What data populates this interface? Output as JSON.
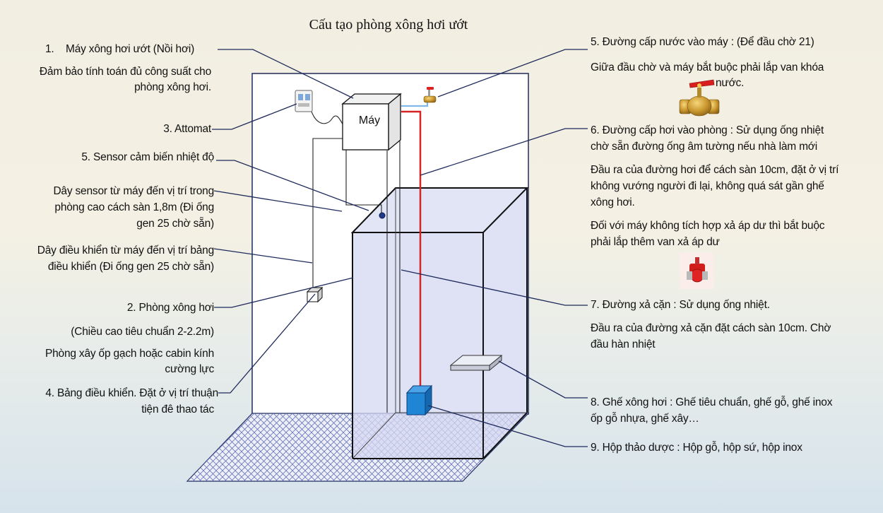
{
  "title": "Cấu tạo phòng xông hơi ướt",
  "machine_label": "Máy",
  "left": {
    "l1_number": "1.",
    "l1_title": "Máy xông hơi ướt (Nồi hơi)",
    "l1_desc_1": "Đảm bảo tính toán đủ công suất cho",
    "l1_desc_2": "phòng xông hơi.",
    "l3": "3. Attomat",
    "l5": "5. Sensor cảm biến nhiệt độ",
    "sensor_wire_1": "Dây sensor từ máy đến vị trí trong",
    "sensor_wire_2": "phòng cao cách sàn 1,8m (Đi ống",
    "sensor_wire_3": "gen 25 chờ sẵn)",
    "control_wire_1": "Dây điều khiển từ máy đến vị trí bảng",
    "control_wire_2": "điều khiển (Đi ống gen 25 chờ sẵn)",
    "l2": "2. Phòng xông hơi",
    "l2_height": "(Chiều cao tiêu chuẩn 2-2.2m)",
    "l2_desc_1": "Phòng xây ốp gạch hoặc cabin kính",
    "l2_desc_2": "cường lực",
    "l4_1": "4. Bảng điều khiển. Đặt ở vị trí thuận",
    "l4_2": "tiện đê thao tác"
  },
  "right": {
    "r5": "5. Đường cấp nước vào máy : (Để đầu chờ 21)",
    "r5_desc_1": "Giữa đầu chờ và máy bắt buộc phải lắp van khóa",
    "r5_desc_2": "nước.",
    "r6_1": "6. Đường cấp hơi vào phòng : Sử dụng ống nhiệt",
    "r6_2": "chờ sẵn đường ống âm tường nếu nhà làm mới",
    "r6_desc_1": "Đầu ra của đường hơi để cách sàn 10cm, đặt ở vị trí",
    "r6_desc_2": "không vướng người đi lại, không quá sát gần ghế",
    "r6_desc_3": "xông hơi.",
    "r6_note_1": "Đối với máy không tích hợp xả áp dư thì bắt buộc",
    "r6_note_2": "phải lắp thêm van xả áp dư",
    "r7": "7. Đường xả cặn : Sử dụng ống nhiệt.",
    "r7_desc_1": "Đầu ra của đường xả cặn đặt cách sàn 10cm. Chờ",
    "r7_desc_2": "đầu hàn nhiệt",
    "r8_1": "8. Ghế xông hơi : Ghế tiêu chuẩn, ghế gỗ, ghế inox",
    "r8_2": "ốp gỗ nhựa, ghế xây…",
    "r9": "9. Hộp thảo dược : Hộp gỗ, hộp sứ, hộp inox"
  },
  "icons": [
    "breaker-icon",
    "ball-valve-icon",
    "pressure-relief-valve-icon",
    "sensor-icon",
    "control-panel-icon",
    "herb-box-icon",
    "bench-icon"
  ],
  "colors": {
    "leader_line": "#1f2a5c",
    "steam_pipe": "#d42424",
    "water_pipe": "#7fb7e6",
    "herb_box": "#1f86d6",
    "cabin_fill": "#d7dbf3",
    "floor_hatch": "#5a6ab0"
  }
}
